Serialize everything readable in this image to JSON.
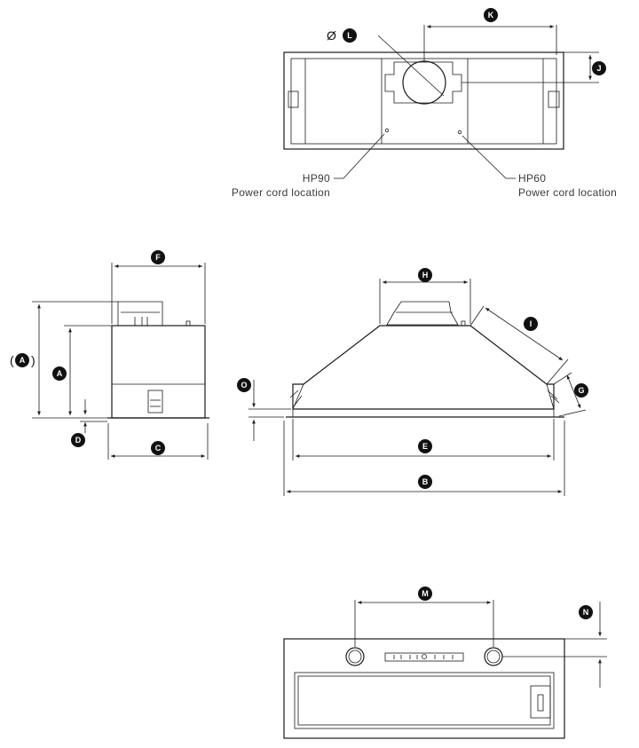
{
  "labels": {
    "A": "A",
    "B": "B",
    "C": "C",
    "D": "D",
    "E": "E",
    "F": "F",
    "G": "G",
    "H": "H",
    "I": "I",
    "J": "J",
    "K": "K",
    "L": "L",
    "M": "M",
    "N": "N",
    "O": "O"
  },
  "diameter_symbol": "Ø",
  "paren_open": "(",
  "paren_close": ")",
  "notes": {
    "hp90_model": "HP90",
    "hp90_text": "Power cord location",
    "hp60_model": "HP60",
    "hp60_text": "Power cord location"
  }
}
